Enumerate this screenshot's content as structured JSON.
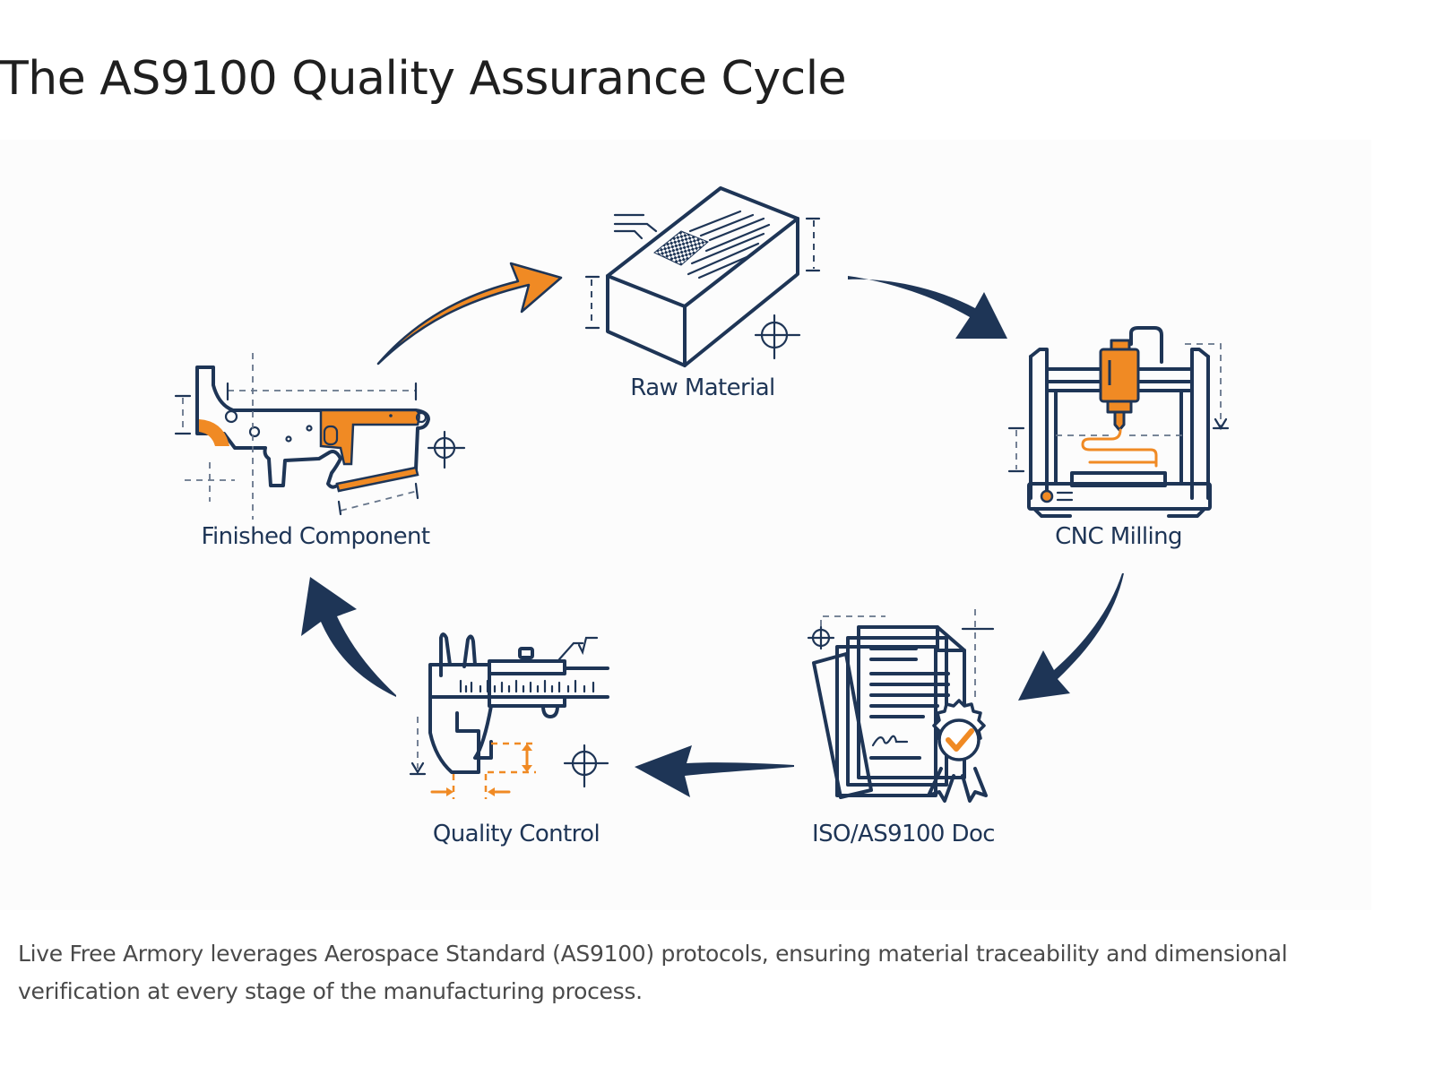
{
  "title": "The AS9100 Quality Assurance Cycle",
  "colors": {
    "navy": "#1e3556",
    "orange": "#f08a24",
    "text": "#1f1f1f",
    "caption": "#4a4a4a"
  },
  "stages": [
    {
      "id": "raw-material",
      "label": "Raw Material",
      "icon": "material-block-icon"
    },
    {
      "id": "cnc-milling",
      "label": "CNC Milling",
      "icon": "cnc-machine-icon"
    },
    {
      "id": "iso-doc",
      "label": "ISO/AS9100 Doc",
      "icon": "certificate-documents-icon"
    },
    {
      "id": "quality-control",
      "label": "Quality Control",
      "icon": "caliper-icon"
    },
    {
      "id": "finished-component",
      "label": "Finished Component",
      "icon": "lower-receiver-icon"
    }
  ],
  "flow": [
    {
      "from": "Raw Material",
      "to": "CNC Milling",
      "color": "navy"
    },
    {
      "from": "CNC Milling",
      "to": "ISO/AS9100 Doc",
      "color": "navy"
    },
    {
      "from": "ISO/AS9100 Doc",
      "to": "Quality Control",
      "color": "navy"
    },
    {
      "from": "Quality Control",
      "to": "Finished Component",
      "color": "navy"
    },
    {
      "from": "Finished Component",
      "to": "Raw Material",
      "color": "orange"
    }
  ],
  "caption": "Live Free Armory leverages Aerospace Standard (AS9100) protocols, ensuring material traceability and dimensional verification at every stage of the manufacturing process."
}
